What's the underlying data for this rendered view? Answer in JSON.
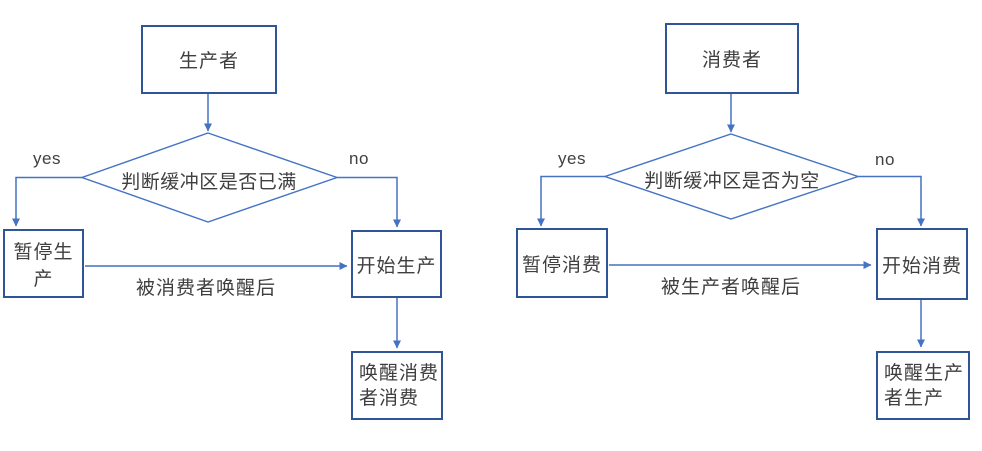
{
  "diagram": {
    "type": "flowchart",
    "topic": "producer-consumer buffer synchronization",
    "colors": {
      "connector": "#4472c4",
      "box_border": "#2f5597",
      "text": "#3f3f3f",
      "background": "#ffffff"
    },
    "flows": [
      {
        "id": "producer",
        "entity": "生产者",
        "decision": "判断缓冲区是否已满",
        "yes_label": "yes",
        "no_label": "no",
        "pause": "暂停生产",
        "start": "开始生产",
        "wake": "唤醒消费者消费",
        "wake_note": "被消费者唤醒后"
      },
      {
        "id": "consumer",
        "entity": "消费者",
        "decision": "判断缓冲区是否为空",
        "yes_label": "yes",
        "no_label": "no",
        "pause": "暂停消费",
        "start": "开始消费",
        "wake": "唤醒生产者生产",
        "wake_note": "被生产者唤醒后"
      }
    ]
  }
}
